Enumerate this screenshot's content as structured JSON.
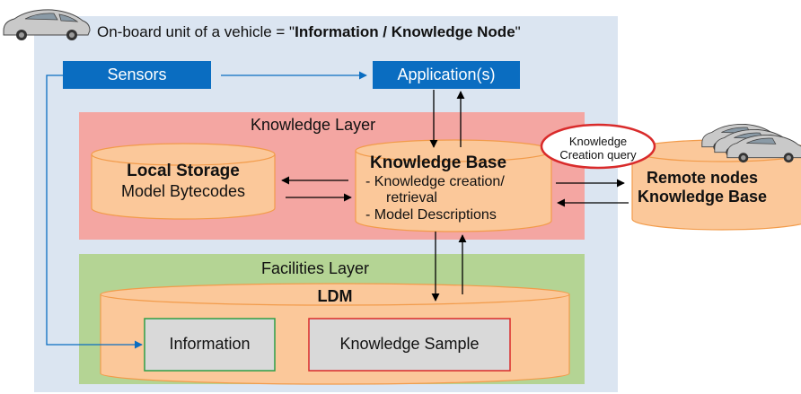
{
  "title": {
    "prefix": "On-board unit of a vehicle = \"",
    "bold": "Information / Knowledge Node",
    "suffix": "\""
  },
  "sensors_label": "Sensors",
  "applications_label": "Application(s)",
  "knowledge_layer": {
    "title": "Knowledge Layer",
    "local_storage": {
      "title": "Local Storage",
      "subtitle": "Model Bytecodes"
    },
    "knowledge_base": {
      "title": "Knowledge Base",
      "line1": "- Knowledge creation/",
      "line2": "retrieval",
      "line3": "- Model Descriptions"
    }
  },
  "query_bubble": {
    "line1": "Knowledge",
    "line2": "Creation query"
  },
  "remote": {
    "line1": "Remote nodes",
    "line2": "Knowledge Base"
  },
  "facilities_layer": {
    "title": "Facilities Layer",
    "ldm_title": "LDM",
    "information_label": "Information",
    "knowledge_sample_label": "Knowledge Sample"
  },
  "colors": {
    "obu_bg": "#dbe5f1",
    "knowledge_layer_bg": "#f4a6a2",
    "facilities_layer_bg": "#b4d494",
    "cylinder_fill": "#fbc89a",
    "cylinder_stroke": "#f29b4a",
    "blue_box": "#0a6dc1",
    "grey_box": "#d9d9d9",
    "green_border": "#2e9e46",
    "red_border": "#d92b2b"
  }
}
